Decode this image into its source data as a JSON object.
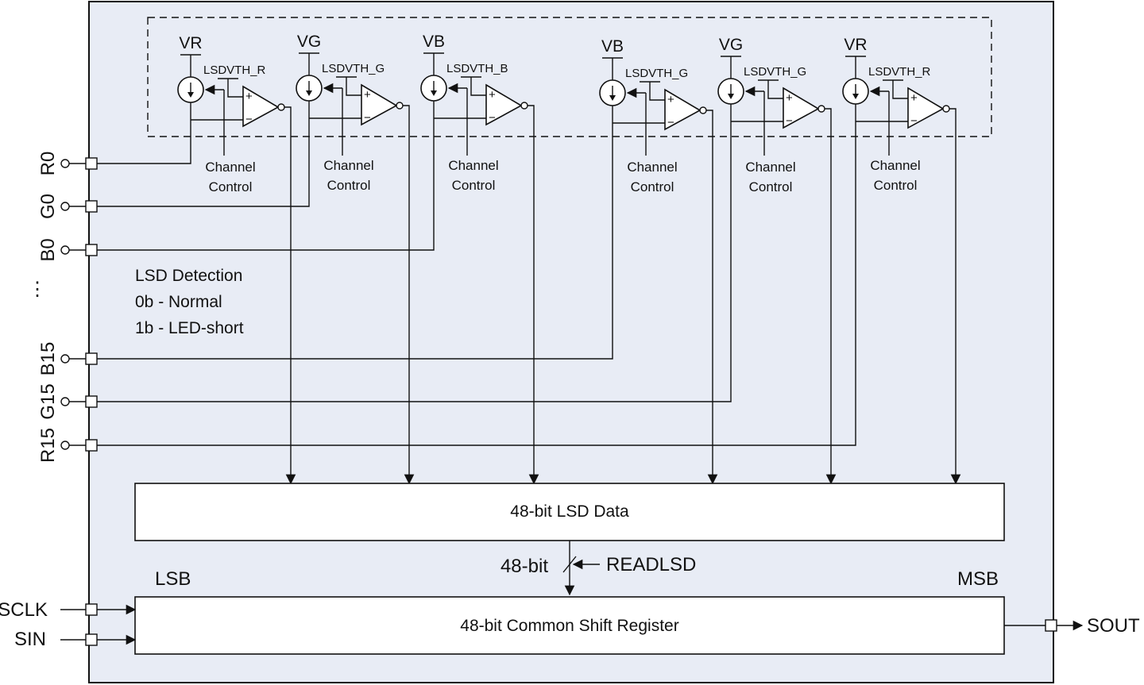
{
  "colors": {
    "chip_fill": "#e8ecf5",
    "block_fill": "#ffffff",
    "line": "#111111"
  },
  "pins_left": [
    "R0",
    "G0",
    "B0",
    "B15",
    "G15",
    "R15"
  ],
  "ellipsis": "⋮",
  "channels": [
    {
      "vsupply": "VR",
      "threshold": "LSDVTH_R",
      "control": [
        "Channel",
        "Control"
      ]
    },
    {
      "vsupply": "VG",
      "threshold": "LSDVTH_G",
      "control": [
        "Channel",
        "Control"
      ]
    },
    {
      "vsupply": "VB",
      "threshold": "LSDVTH_B",
      "control": [
        "Channel",
        "Control"
      ]
    },
    {
      "vsupply": "VB",
      "threshold": "LSDVTH_G",
      "control": [
        "Channel",
        "Control"
      ]
    },
    {
      "vsupply": "VG",
      "threshold": "LSDVTH_G",
      "control": [
        "Channel",
        "Control"
      ]
    },
    {
      "vsupply": "VR",
      "threshold": "LSDVTH_R",
      "control": [
        "Channel",
        "Control"
      ]
    }
  ],
  "legend": [
    "LSD Detection",
    "0b - Normal",
    "1b - LED-short"
  ],
  "comparator_signs": {
    "plus": "+",
    "minus": "−"
  },
  "lsd_block": "48-bit LSD Data",
  "bus": {
    "width_label": "48-bit",
    "control": "READLSD"
  },
  "shift_register": {
    "label": "48-bit Common Shift Register",
    "lsb": "LSB",
    "msb": "MSB"
  },
  "inputs": [
    "SCLK",
    "SIN"
  ],
  "output": "SOUT"
}
